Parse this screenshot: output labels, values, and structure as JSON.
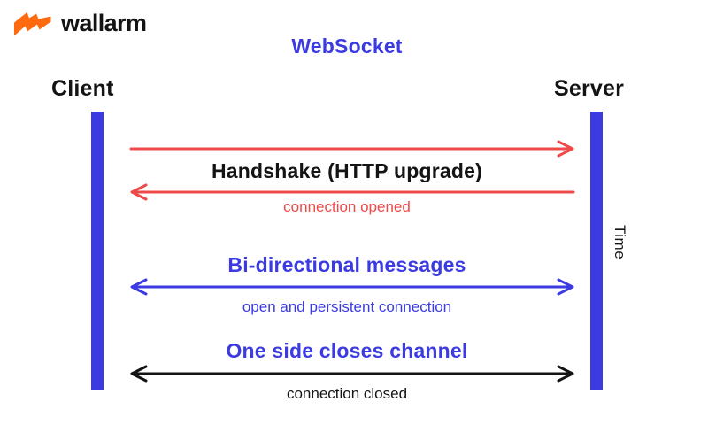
{
  "logo": {
    "brand": "wallarm",
    "icon": "wallarm-flash-icon"
  },
  "title": "WebSocket",
  "participants": {
    "client": "Client",
    "server": "Server"
  },
  "time_axis_label": "Time",
  "messages": [
    {
      "title": "Handshake (HTTP upgrade)",
      "caption": "connection opened",
      "arrows": [
        "client-to-server",
        "server-to-client"
      ],
      "arrow_color": "red"
    },
    {
      "title": "Bi-directional messages",
      "caption": "open and persistent connection",
      "arrows": [
        "bidirectional"
      ],
      "arrow_color": "blue"
    },
    {
      "title": "One side closes channel",
      "caption": "connection closed",
      "arrows": [
        "bidirectional"
      ],
      "arrow_color": "black"
    }
  ],
  "colors": {
    "accent_blue": "#3b3be1",
    "accent_red": "#ee4a4a",
    "logo_orange": "#ff6a10",
    "text_black": "#141414",
    "background": "#ffffff"
  }
}
